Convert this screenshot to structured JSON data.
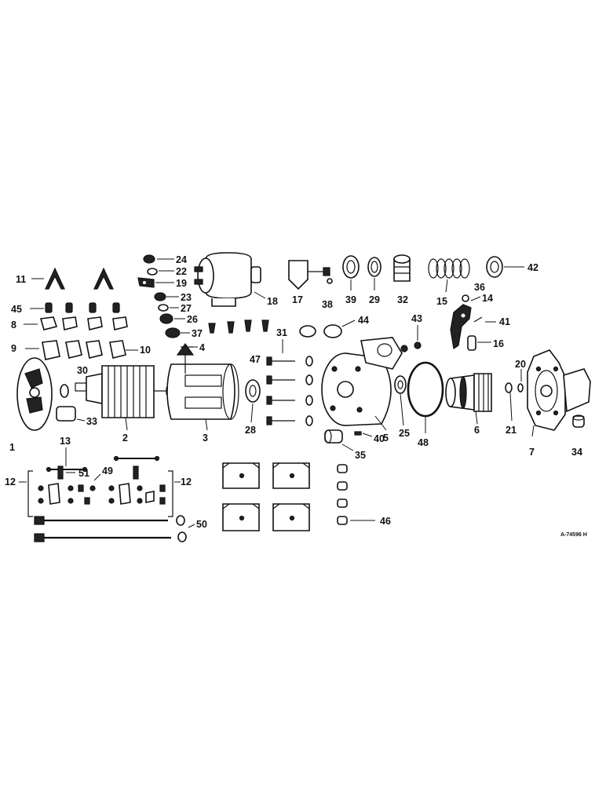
{
  "diagram": {
    "reference_code": "A-74596 H",
    "callouts": [
      {
        "id": "c1",
        "text": "1"
      },
      {
        "id": "c2",
        "text": "2"
      },
      {
        "id": "c3",
        "text": "3"
      },
      {
        "id": "c4",
        "text": "4"
      },
      {
        "id": "c5",
        "text": "5"
      },
      {
        "id": "c6",
        "text": "6"
      },
      {
        "id": "c7",
        "text": "7"
      },
      {
        "id": "c8",
        "text": "8"
      },
      {
        "id": "c9",
        "text": "9"
      },
      {
        "id": "c10",
        "text": "10"
      },
      {
        "id": "c11",
        "text": "11"
      },
      {
        "id": "c12a",
        "text": "12"
      },
      {
        "id": "c12b",
        "text": "12"
      },
      {
        "id": "c13",
        "text": "13"
      },
      {
        "id": "c14",
        "text": "14"
      },
      {
        "id": "c15",
        "text": "15"
      },
      {
        "id": "c16",
        "text": "16"
      },
      {
        "id": "c17",
        "text": "17"
      },
      {
        "id": "c18",
        "text": "18"
      },
      {
        "id": "c19",
        "text": "19"
      },
      {
        "id": "c20",
        "text": "20"
      },
      {
        "id": "c21",
        "text": "21"
      },
      {
        "id": "c22",
        "text": "22"
      },
      {
        "id": "c23",
        "text": "23"
      },
      {
        "id": "c24",
        "text": "24"
      },
      {
        "id": "c25",
        "text": "25"
      },
      {
        "id": "c26",
        "text": "26"
      },
      {
        "id": "c27",
        "text": "27"
      },
      {
        "id": "c28",
        "text": "28"
      },
      {
        "id": "c29",
        "text": "29"
      },
      {
        "id": "c30",
        "text": "30"
      },
      {
        "id": "c31",
        "text": "31"
      },
      {
        "id": "c32",
        "text": "32"
      },
      {
        "id": "c33",
        "text": "33"
      },
      {
        "id": "c34",
        "text": "34"
      },
      {
        "id": "c35",
        "text": "35"
      },
      {
        "id": "c36",
        "text": "36"
      },
      {
        "id": "c37",
        "text": "37"
      },
      {
        "id": "c38",
        "text": "38"
      },
      {
        "id": "c39",
        "text": "39"
      },
      {
        "id": "c40",
        "text": "40"
      },
      {
        "id": "c41",
        "text": "41"
      },
      {
        "id": "c42",
        "text": "42"
      },
      {
        "id": "c43",
        "text": "43"
      },
      {
        "id": "c44",
        "text": "44"
      },
      {
        "id": "c45",
        "text": "45"
      },
      {
        "id": "c46",
        "text": "46"
      },
      {
        "id": "c47",
        "text": "47"
      },
      {
        "id": "c48",
        "text": "48"
      },
      {
        "id": "c49",
        "text": "49"
      },
      {
        "id": "c50",
        "text": "50"
      },
      {
        "id": "c51",
        "text": "51"
      }
    ]
  }
}
